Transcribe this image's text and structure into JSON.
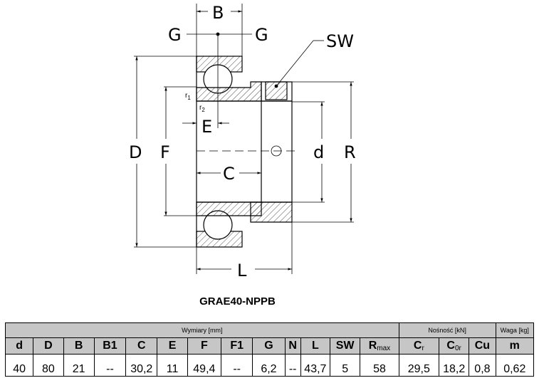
{
  "drawing": {
    "labels": {
      "B": "B",
      "G": "G",
      "SW": "SW",
      "D": "D",
      "F": "F",
      "E": "E",
      "C": "C",
      "d": "d",
      "R": "R",
      "L": "L",
      "r1": "r",
      "r1_sub": "1",
      "r2": "r",
      "r2_sub": "2"
    }
  },
  "title": "GRAE40-NPPB",
  "table": {
    "groups": {
      "dimensions": "Wymiary [mm]",
      "load": "Nośność [kN]",
      "weight": "Waga [kg]"
    },
    "headers": {
      "d": "d",
      "D": "D",
      "B": "B",
      "B1": "B1",
      "C": "C",
      "E": "E",
      "F": "F",
      "F1": "F1",
      "G": "G",
      "N": "N",
      "L": "L",
      "SW": "SW",
      "Rmax": "R",
      "Rmax_sub": "max",
      "Cr": "C",
      "Cr_sub": "r",
      "C0r": "C",
      "C0r_sub": "0r",
      "Cu": "Cu",
      "m": "m"
    },
    "values": {
      "d": "40",
      "D": "80",
      "B": "21",
      "B1": "--",
      "C": "30,2",
      "E": "11",
      "F": "49,4",
      "F1": "--",
      "G": "6,2",
      "N": "--",
      "L": "43,7",
      "SW": "5",
      "Rmax": "58",
      "Cr": "29,5",
      "C0r": "18,2",
      "Cu": "0,8",
      "m": "0,62"
    }
  }
}
